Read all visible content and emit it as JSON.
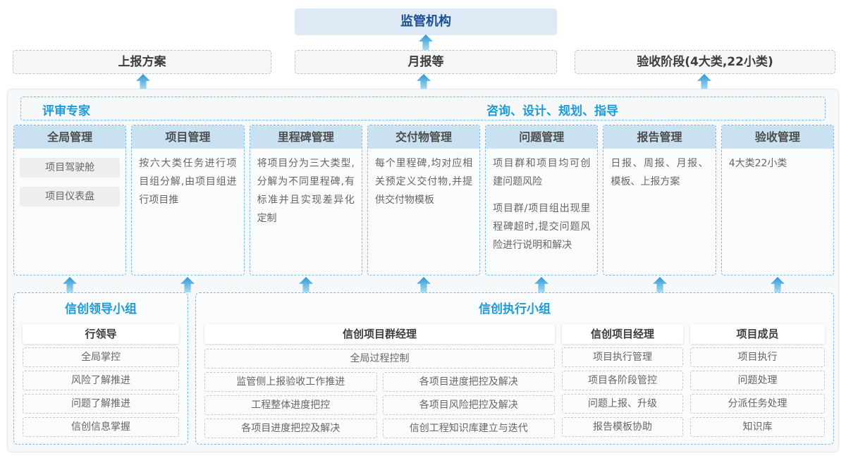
{
  "colors": {
    "accent_blue": "#1e9bd7",
    "navy": "#1b4e91",
    "header_fill": "#c9e1f1",
    "dashed_blue": "#74bce6",
    "arrow_top": "#2d96d3",
    "arrow_bottom": "#a9dcf3"
  },
  "top": {
    "regulator": "监管机构",
    "channels": [
      "上报方案",
      "月报等",
      "验收阶段(4大类,22小类)"
    ]
  },
  "experts": {
    "left": "评审专家",
    "right": "咨询、设计、规划、指导"
  },
  "columns": [
    {
      "title": "全局管理",
      "items": [
        "项目驾驶舱",
        "项目仪表盘"
      ]
    },
    {
      "title": "项目管理",
      "paragraphs": [
        "按六大类任务进行项目组分解,由项目组进行项目推"
      ]
    },
    {
      "title": "里程碑管理",
      "paragraphs": [
        "将项目分为三大类型,分解为不同里程碑,有标准并且实现差异化定制"
      ]
    },
    {
      "title": "交付物管理",
      "paragraphs": [
        "每个里程碑,均对应相关预定义交付物,并提供交付物模板"
      ]
    },
    {
      "title": "问题管理",
      "paragraphs": [
        "项目群和项目均可创建问题风险",
        "项目群/项目组出现里程碑超时,提交问题风险进行说明和解决"
      ]
    },
    {
      "title": "报告管理",
      "paragraphs": [
        "日报、周报、月报、模板、上报方案"
      ]
    },
    {
      "title": "验收管理",
      "paragraphs": [
        "4大类22小类"
      ]
    }
  ],
  "leader_group": {
    "title": "信创领导小组",
    "role": "行领导",
    "items": [
      "全局掌控",
      "风险了解推进",
      "问题了解推进",
      "信创信息掌握"
    ]
  },
  "exec_group": {
    "title": "信创执行小组",
    "program_manager": {
      "role": "信创项目群经理",
      "full_item": "全局过程控制",
      "left_items": [
        "监管侧上报验收工作推进",
        "工程整体进度把控",
        "各项目进度把控及解决"
      ],
      "right_items": [
        "各项目进度把控及解决",
        "各项目风险把控及解决",
        "信创工程知识库建立与迭代"
      ]
    },
    "project_manager": {
      "role": "信创项目经理",
      "items": [
        "项目执行管理",
        "项目各阶段管控",
        "问题上报、升级",
        "报告模板协助"
      ]
    },
    "member": {
      "role": "项目成员",
      "items": [
        "项目执行",
        "问题处理",
        "分派任务处理",
        "知识库"
      ]
    }
  }
}
